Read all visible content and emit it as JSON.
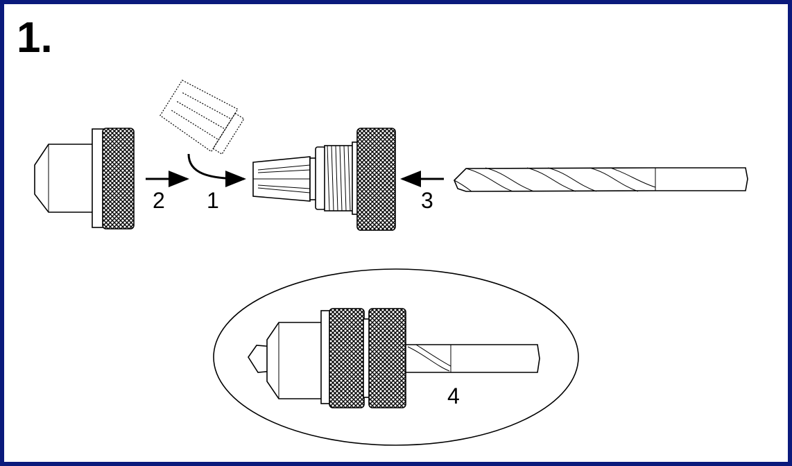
{
  "step_number": "1.",
  "labels": {
    "arrow_2": "2",
    "arrow_1": "1",
    "arrow_3": "3",
    "assembled": "4"
  },
  "colors": {
    "border": "#0b1a7c",
    "ink": "#000000"
  }
}
